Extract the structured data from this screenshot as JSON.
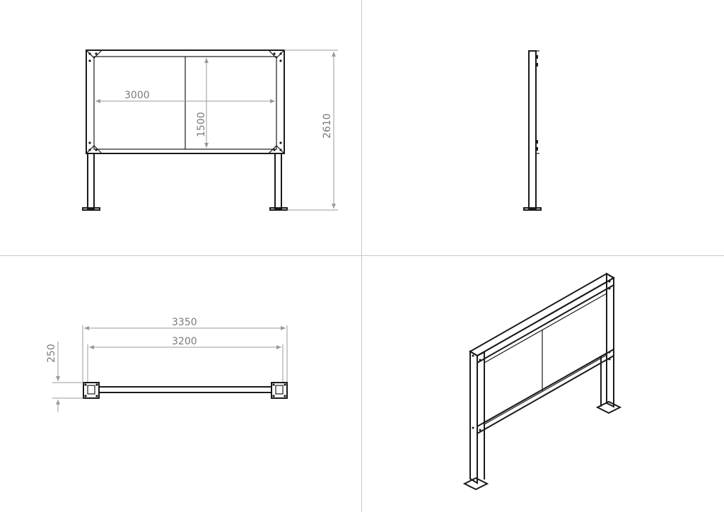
{
  "drawing": {
    "colors": {
      "object": "#1a1a1a",
      "dimension": "#9a9a9a",
      "divider": "#c8c8c8"
    },
    "dimensions": {
      "front_panel_width": "3000",
      "front_panel_height": "1500",
      "front_total_height": "2610",
      "top_total_width": "3350",
      "top_post_spacing": "3200",
      "top_depth": "250"
    }
  }
}
